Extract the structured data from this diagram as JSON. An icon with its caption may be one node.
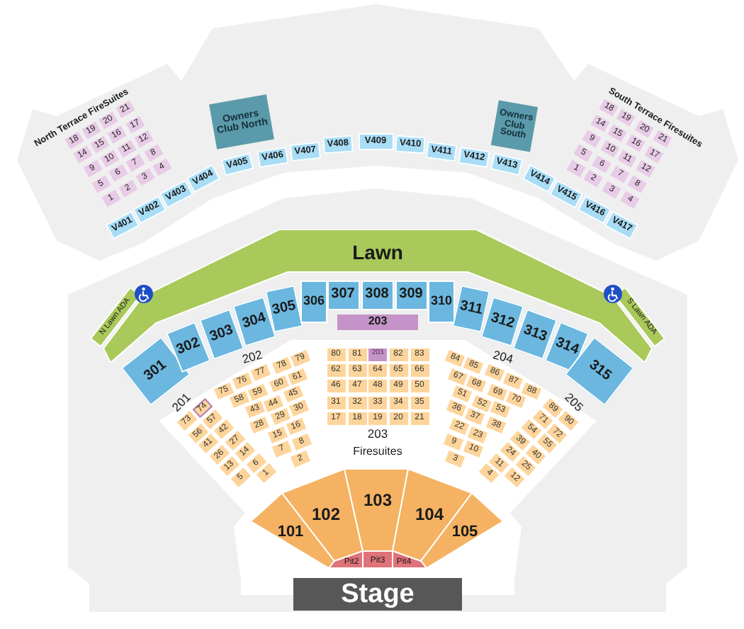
{
  "diagram": {
    "nodes": [
      {
        "text": [
          "18"
        ]
      },
      {
        "text": [
          "19"
        ]
      },
      {
        "text": [
          "20"
        ]
      },
      {
        "text": [
          "21"
        ]
      },
      {
        "text": [
          "14"
        ]
      },
      {
        "text": [
          "15"
        ]
      },
      {
        "text": [
          "16"
        ]
      },
      {
        "text": [
          "17"
        ]
      },
      {
        "text": [
          "9"
        ]
      },
      {
        "text": [
          "10"
        ]
      },
      {
        "text": [
          "11"
        ]
      },
      {
        "text": [
          "12"
        ]
      },
      {
        "text": [
          "5"
        ]
      },
      {
        "text": [
          "6"
        ]
      },
      {
        "text": [
          "7"
        ]
      },
      {
        "text": [
          "8"
        ]
      },
      {
        "text": [
          "1"
        ]
      },
      {
        "text": [
          "2"
        ]
      },
      {
        "text": [
          "3"
        ]
      },
      {
        "text": [
          "4"
        ]
      },
      {
        "text": [
          "Owners Club North"
        ]
      },
      {
        "text": [
          "Owners Club South"
        ]
      },
      {
        "text": [
          "18"
        ]
      },
      {
        "text": [
          "19"
        ]
      },
      {
        "text": [
          "20"
        ]
      },
      {
        "text": [
          "21"
        ]
      },
      {
        "text": [
          "14"
        ]
      },
      {
        "text": [
          "15"
        ]
      },
      {
        "text": [
          "16"
        ]
      },
      {
        "text": [
          "17"
        ]
      },
      {
        "text": [
          "9"
        ]
      },
      {
        "text": [
          "10"
        ]
      },
      {
        "text": [
          "11"
        ]
      },
      {
        "text": [
          "12"
        ]
      },
      {
        "text": [
          "5"
        ]
      },
      {
        "text": [
          "6"
        ]
      },
      {
        "text": [
          "7"
        ]
      },
      {
        "text": [
          "8"
        ]
      },
      {
        "text": [
          "1"
        ]
      },
      {
        "text": [
          "2"
        ]
      },
      {
        "text": [
          "3"
        ]
      },
      {
        "text": [
          "4"
        ]
      },
      {
        "text": [
          "V401"
        ]
      },
      {
        "text": [
          "V402"
        ]
      },
      {
        "text": [
          "V403"
        ]
      },
      {
        "text": [
          "V404"
        ]
      },
      {
        "text": [
          "V405"
        ]
      },
      {
        "text": [
          "V406"
        ]
      },
      {
        "text": [
          "V407"
        ]
      },
      {
        "text": [
          "V408"
        ]
      },
      {
        "text": [
          "V409"
        ]
      },
      {
        "text": [
          "V410"
        ]
      },
      {
        "text": [
          "V411"
        ]
      },
      {
        "text": [
          "V412"
        ]
      },
      {
        "text": [
          "V413"
        ]
      },
      {
        "text": [
          "V414"
        ]
      },
      {
        "text": [
          "V415"
        ]
      },
      {
        "text": [
          "V416"
        ]
      },
      {
        "text": [
          "V417"
        ]
      },
      {
        "text": [
          "Lawn"
        ]
      },
      {
        "text": [
          "N Lawn ADA"
        ]
      },
      {
        "text": [
          "S Lawn ADA"
        ]
      },
      {
        "text": [
          "301"
        ]
      },
      {
        "text": [
          "302"
        ]
      },
      {
        "text": [
          "303"
        ]
      },
      {
        "text": [
          "304"
        ]
      },
      {
        "text": [
          "305"
        ]
      },
      {
        "text": [
          "306"
        ]
      },
      {
        "text": [
          "307"
        ]
      },
      {
        "text": [
          "308"
        ]
      },
      {
        "text": [
          "309"
        ]
      },
      {
        "text": [
          "310"
        ]
      },
      {
        "text": [
          "311"
        ]
      },
      {
        "text": [
          "312"
        ]
      },
      {
        "text": [
          "313"
        ]
      },
      {
        "text": [
          "314"
        ]
      },
      {
        "text": [
          "315"
        ]
      },
      {
        "text": [
          "203"
        ]
      },
      {
        "text": [
          "73"
        ]
      },
      {
        "text": [
          "74"
        ]
      },
      {
        "text": [
          "56"
        ]
      },
      {
        "text": [
          "57"
        ]
      },
      {
        "text": [
          "41"
        ]
      },
      {
        "text": [
          "42"
        ]
      },
      {
        "text": [
          "26"
        ]
      },
      {
        "text": [
          "27"
        ]
      },
      {
        "text": [
          "13"
        ]
      },
      {
        "text": [
          "14"
        ]
      },
      {
        "text": [
          "5"
        ]
      },
      {
        "text": [
          "6"
        ]
      },
      {
        "text": [
          "1"
        ]
      },
      {
        "text": [
          "75"
        ]
      },
      {
        "text": [
          "76"
        ]
      },
      {
        "text": [
          "77"
        ]
      },
      {
        "text": [
          "78"
        ]
      },
      {
        "text": [
          "79"
        ]
      },
      {
        "text": [
          "58"
        ]
      },
      {
        "text": [
          "59"
        ]
      },
      {
        "text": [
          "60"
        ]
      },
      {
        "text": [
          "61"
        ]
      },
      {
        "text": [
          "43"
        ]
      },
      {
        "text": [
          "44"
        ]
      },
      {
        "text": [
          "45"
        ]
      },
      {
        "text": [
          "28"
        ]
      },
      {
        "text": [
          "29"
        ]
      },
      {
        "text": [
          "30"
        ]
      },
      {
        "text": [
          "15"
        ]
      },
      {
        "text": [
          "16"
        ]
      },
      {
        "text": [
          "7"
        ]
      },
      {
        "text": [
          "8"
        ]
      },
      {
        "text": [
          "2"
        ]
      },
      {
        "text": [
          "80"
        ]
      },
      {
        "text": [
          "81"
        ]
      },
      {
        "text": [
          "203"
        ]
      },
      {
        "text": [
          "82"
        ]
      },
      {
        "text": [
          "83"
        ]
      },
      {
        "text": [
          "62"
        ]
      },
      {
        "text": [
          "63"
        ]
      },
      {
        "text": [
          "64"
        ]
      },
      {
        "text": [
          "65"
        ]
      },
      {
        "text": [
          "66"
        ]
      },
      {
        "text": [
          "46"
        ]
      },
      {
        "text": [
          "47"
        ]
      },
      {
        "text": [
          "48"
        ]
      },
      {
        "text": [
          "49"
        ]
      },
      {
        "text": [
          "50"
        ]
      },
      {
        "text": [
          "31"
        ]
      },
      {
        "text": [
          "32"
        ]
      },
      {
        "text": [
          "33"
        ]
      },
      {
        "text": [
          "34"
        ]
      },
      {
        "text": [
          "35"
        ]
      },
      {
        "text": [
          "17"
        ]
      },
      {
        "text": [
          "18"
        ]
      },
      {
        "text": [
          "19"
        ]
      },
      {
        "text": [
          "20"
        ]
      },
      {
        "text": [
          "21"
        ]
      },
      {
        "text": [
          "84"
        ]
      },
      {
        "text": [
          "85"
        ]
      },
      {
        "text": [
          "86"
        ]
      },
      {
        "text": [
          "87"
        ]
      },
      {
        "text": [
          "88"
        ]
      },
      {
        "text": [
          "67"
        ]
      },
      {
        "text": [
          "68"
        ]
      },
      {
        "text": [
          "69"
        ]
      },
      {
        "text": [
          "70"
        ]
      },
      {
        "text": [
          "51"
        ]
      },
      {
        "text": [
          "52"
        ]
      },
      {
        "text": [
          "53"
        ]
      },
      {
        "text": [
          "36"
        ]
      },
      {
        "text": [
          "37"
        ]
      },
      {
        "text": [
          "38"
        ]
      },
      {
        "text": [
          "22"
        ]
      },
      {
        "text": [
          "23"
        ]
      },
      {
        "text": [
          "9"
        ]
      },
      {
        "text": [
          "10"
        ]
      },
      {
        "text": [
          "3"
        ]
      },
      {
        "text": [
          "89"
        ]
      },
      {
        "text": [
          "90"
        ]
      },
      {
        "text": [
          "71"
        ]
      },
      {
        "text": [
          "72"
        ]
      },
      {
        "text": [
          "54"
        ]
      },
      {
        "text": [
          "55"
        ]
      },
      {
        "text": [
          "39"
        ]
      },
      {
        "text": [
          "40"
        ]
      },
      {
        "text": [
          "24"
        ]
      },
      {
        "text": [
          "25"
        ]
      },
      {
        "text": [
          "11"
        ]
      },
      {
        "text": [
          "12"
        ]
      },
      {
        "text": [
          "4"
        ]
      },
      {
        "text": [
          "101"
        ]
      },
      {
        "text": [
          "102"
        ]
      },
      {
        "text": [
          "103"
        ]
      },
      {
        "text": [
          "104"
        ]
      },
      {
        "text": [
          "105"
        ]
      },
      {
        "text": [
          "Pit2"
        ]
      },
      {
        "text": [
          "Pit3"
        ]
      },
      {
        "text": [
          "Pit4"
        ]
      },
      {
        "text": [
          "Stage"
        ]
      }
    ],
    "labels": [
      "North Terrace FireSuites",
      "South Terrace Firesuites",
      "202",
      "204",
      "201",
      "205",
      "203",
      "Firesuites"
    ]
  }
}
